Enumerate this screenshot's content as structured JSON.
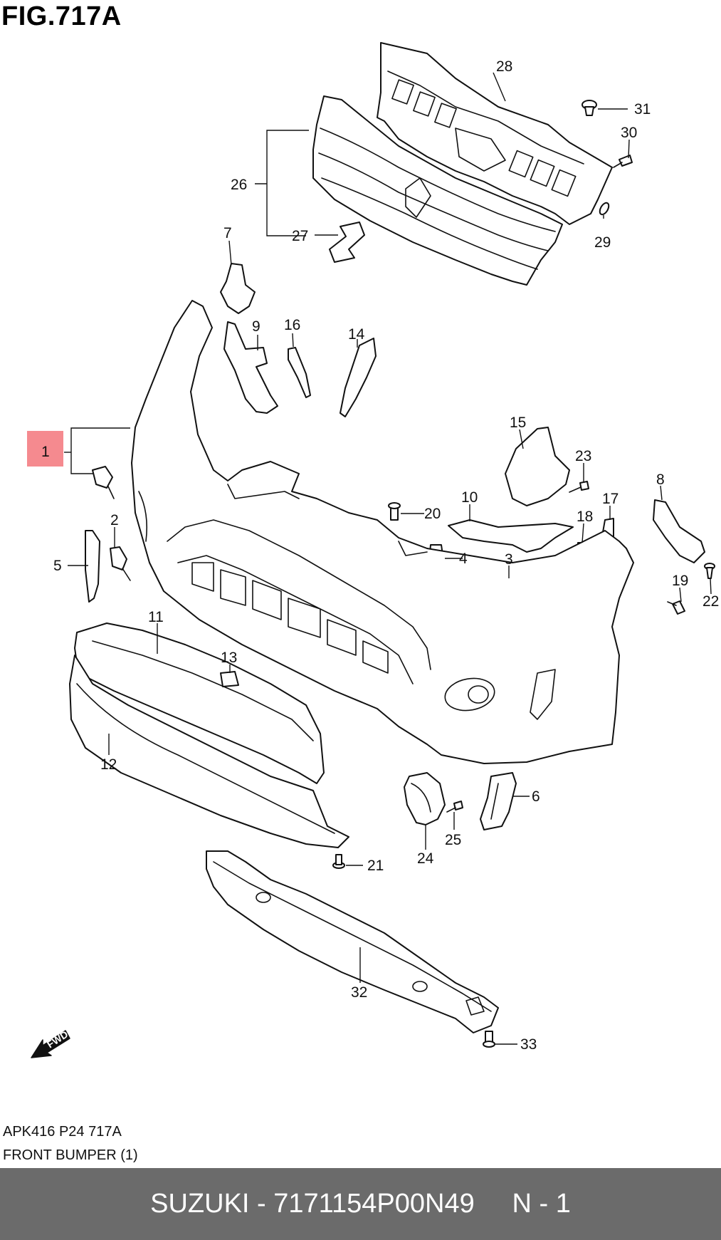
{
  "figure": {
    "title": "FIG.717A"
  },
  "callouts": [
    "1",
    "2",
    "3",
    "4",
    "5",
    "6",
    "7",
    "8",
    "9",
    "10",
    "11",
    "12",
    "13",
    "14",
    "15",
    "16",
    "17",
    "18",
    "19",
    "20",
    "21",
    "22",
    "23",
    "24",
    "25",
    "26",
    "27",
    "28",
    "29",
    "30",
    "31",
    "32",
    "33"
  ],
  "highlighted_callout": "1",
  "highlight_color": "#f58a8f",
  "direction_marker": "FWD",
  "caption": {
    "code": "APK416 P24 717A",
    "name": "FRONT BUMPER (1)"
  },
  "footer": {
    "brand": "SUZUKI",
    "separator": " - ",
    "part_number": "7171154P00N49",
    "spacer": "     ",
    "quantity": "N - 1"
  },
  "colors": {
    "footer_bg": "#6b6b6b",
    "footer_text": "#ffffff",
    "line": "#111111"
  }
}
